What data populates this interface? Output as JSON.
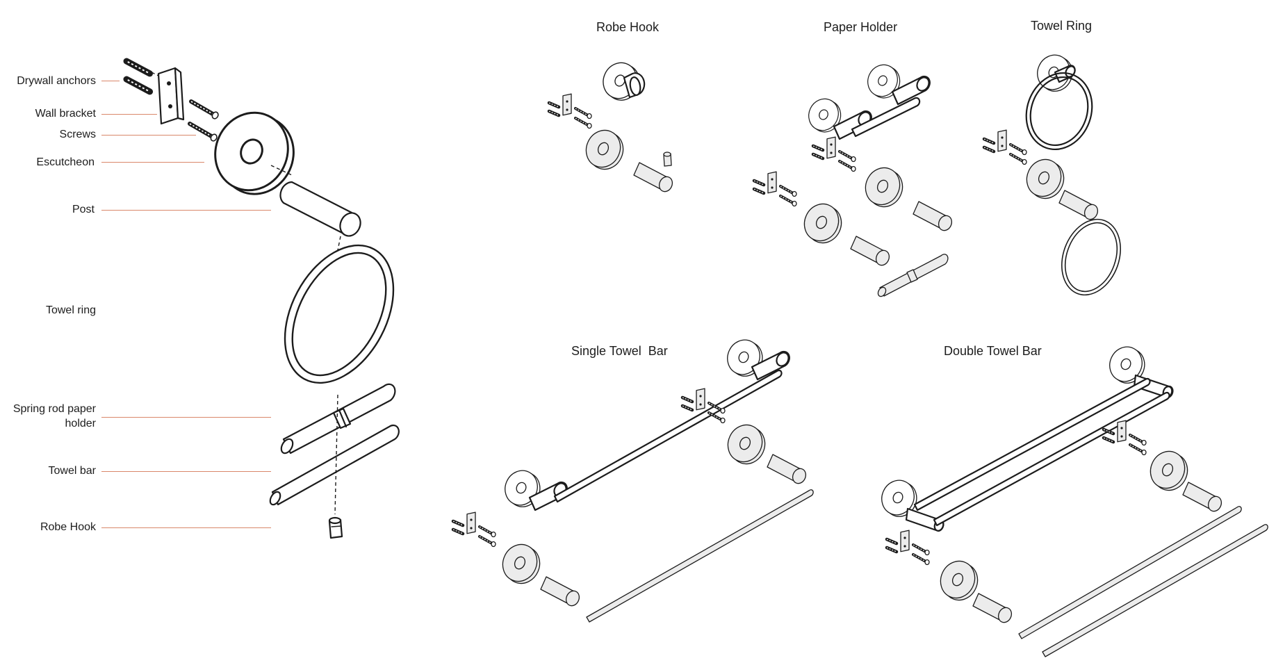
{
  "legend": {
    "parts": [
      {
        "label": "Drywall anchors"
      },
      {
        "label": "Wall bracket"
      },
      {
        "label": "Screws"
      },
      {
        "label": "Escutcheon"
      },
      {
        "label": "Post"
      },
      {
        "label": "Towel ring"
      },
      {
        "label": "Spring rod paper holder"
      },
      {
        "label": "Towel bar"
      },
      {
        "label": "Robe Hook"
      }
    ],
    "leader_color": "#d9876a"
  },
  "assemblies": [
    {
      "title": "Robe Hook"
    },
    {
      "title": "Paper Holder"
    },
    {
      "title": "Towel Ring"
    },
    {
      "title": "Single Towel  Bar"
    },
    {
      "title": "Double Towel Bar"
    }
  ],
  "colors": {
    "stroke": "#1c1c1c",
    "part_fill": "#ffffff",
    "exploded_fill": "#ececec"
  }
}
